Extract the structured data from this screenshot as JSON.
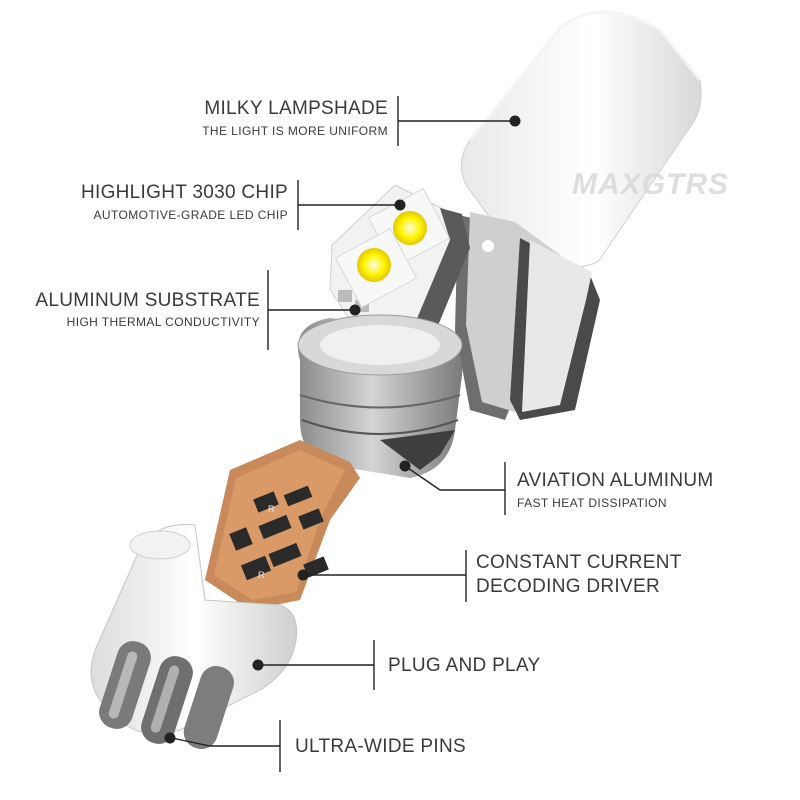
{
  "watermark": "MAXGTRS",
  "callouts": [
    {
      "title": "MILKY LAMPSHADE",
      "subtitle": "THE LIGHT IS MORE UNIFORM"
    },
    {
      "title": "HIGHLIGHT 3030 CHIP",
      "subtitle": "AUTOMOTIVE-GRADE LED CHIP"
    },
    {
      "title": "ALUMINUM SUBSTRATE",
      "subtitle": "HIGH THERMAL CONDUCTIVITY"
    },
    {
      "title": "AVIATION ALUMINUM",
      "subtitle": "FAST HEAT DISSIPATION"
    },
    {
      "title": "CONSTANT CURRENT",
      "subtitle": "DECODING DRIVER"
    },
    {
      "title": "PLUG AND PLAY",
      "subtitle": ""
    },
    {
      "title": "ULTRA-WIDE PINS",
      "subtitle": ""
    }
  ],
  "chip_marks": [
    "R",
    "R"
  ],
  "colors": {
    "text": "#3a3a3a",
    "leader": "#222222",
    "housing": "#9b9b9b",
    "pcb": "#c88a5a",
    "chip": "#ffe600"
  }
}
